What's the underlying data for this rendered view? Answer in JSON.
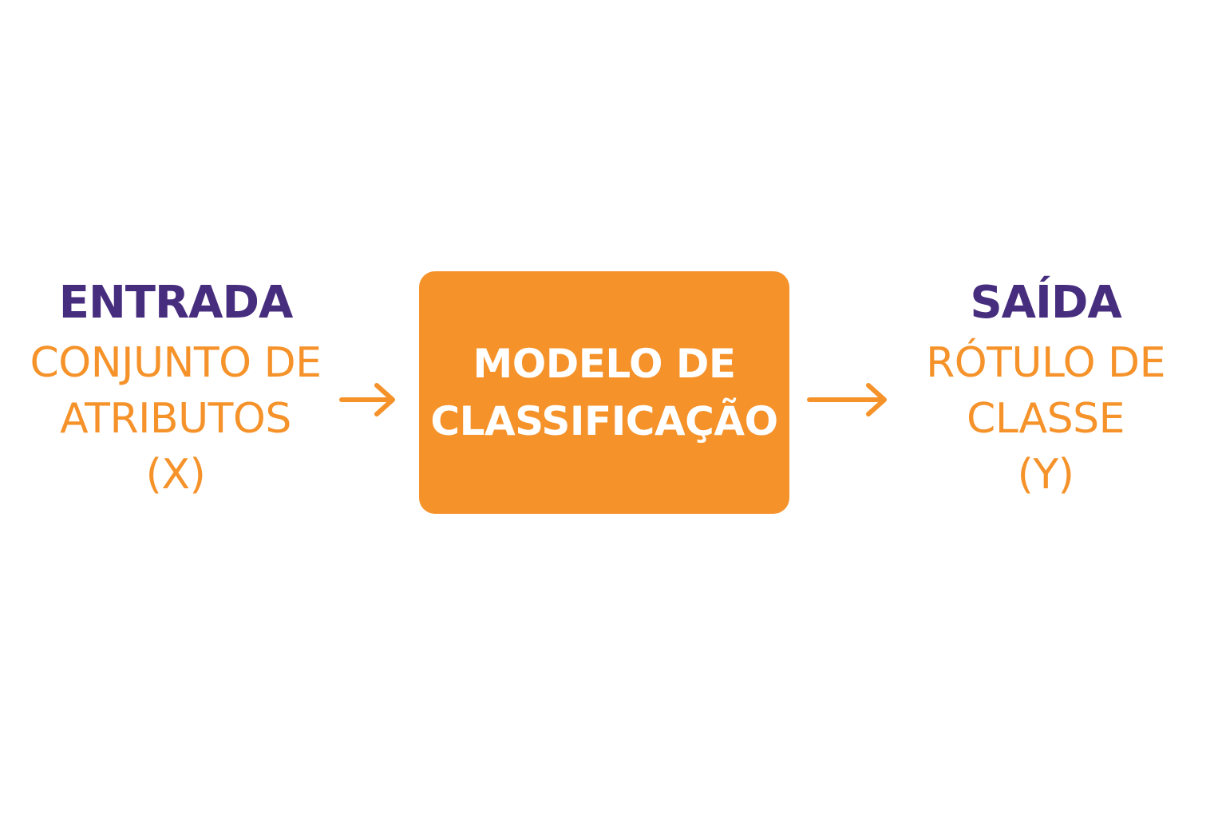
{
  "colors": {
    "heading": "#472d7e",
    "accent": "#f5922a",
    "box_text": "#ffffff",
    "background": "#ffffff"
  },
  "input": {
    "heading": "ENTRADA",
    "lines": [
      "CONJUNTO DE",
      "ATRIBUTOS",
      "(X)"
    ]
  },
  "model": {
    "lines": [
      "MODELO DE",
      "CLASSIFICAÇÃO"
    ]
  },
  "output": {
    "heading": "SAÍDA",
    "lines": [
      "RÓTULO DE",
      "CLASSE",
      "(Y)"
    ]
  },
  "arrows": [
    "right-arrow-icon",
    "right-arrow-icon"
  ]
}
